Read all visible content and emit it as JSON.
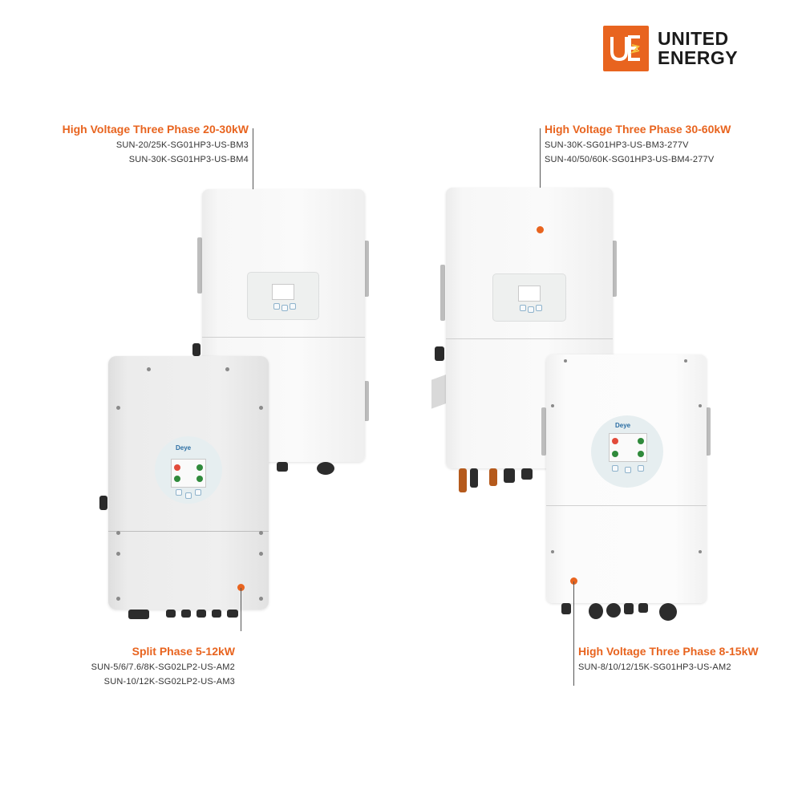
{
  "brand": {
    "line1": "UNITED",
    "line2": "ENERGY",
    "color": "#e8641f"
  },
  "labels": {
    "hv_20_30": {
      "title": "High Voltage Three Phase 20-30kW",
      "models": [
        "SUN-20/25K-SG01HP3-US-BM3",
        "SUN-30K-SG01HP3-US-BM4"
      ]
    },
    "hv_30_60": {
      "title": "High Voltage Three Phase 30-60kW",
      "models": [
        "SUN-30K-SG01HP3-US-BM3-277V",
        "SUN-40/50/60K-SG01HP3-US-BM4-277V"
      ]
    },
    "split_5_12": {
      "title": "Split Phase 5-12kW",
      "models": [
        "SUN-5/6/7.6/8K-SG02LP2-US-AM2",
        "SUN-10/12K-SG02LP2-US-AM3"
      ]
    },
    "hv_8_15": {
      "title": "High Voltage Three Phase 8-15kW",
      "models": [
        "SUN-8/10/12/15K-SG01HP3-US-AM2"
      ]
    }
  },
  "products": {
    "brand_on_unit": "Deye"
  }
}
